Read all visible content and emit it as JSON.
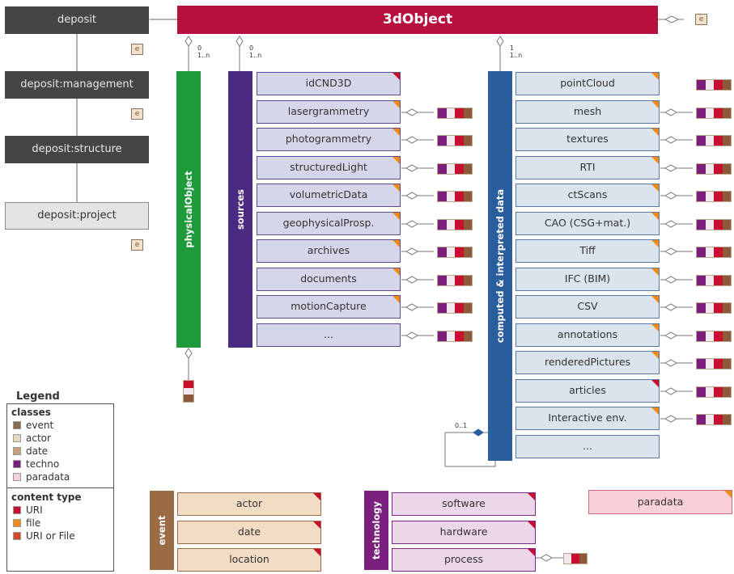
{
  "deposit": {
    "items": [
      {
        "label": "deposit",
        "style": "dark"
      },
      {
        "label": "deposit:management",
        "style": "dark"
      },
      {
        "label": "deposit:structure",
        "style": "dark"
      },
      {
        "label": "deposit:project",
        "style": "light"
      }
    ],
    "mini_label": "e"
  },
  "main_class": "3dObject",
  "cardinalities": {
    "physical": "0\n1..n",
    "sources": "0\n1..n",
    "computed": "1\n1..n",
    "self": "0..1"
  },
  "physical_label": "physicalObject",
  "sources_label": "sources",
  "computed_label": "computed & interpreted data",
  "sources": [
    {
      "label": "idCND3D",
      "corner": "red",
      "chip": false
    },
    {
      "label": "lasergrammetry",
      "corner": "orange",
      "chip": true
    },
    {
      "label": "photogrammetry",
      "corner": "orange",
      "chip": true
    },
    {
      "label": "structuredLight",
      "corner": "orange",
      "chip": true
    },
    {
      "label": "volumetricData",
      "corner": "orange",
      "chip": true
    },
    {
      "label": "geophysicalProsp.",
      "corner": "orange",
      "chip": true
    },
    {
      "label": "archives",
      "corner": "orange",
      "chip": true
    },
    {
      "label": "documents",
      "corner": "orange",
      "chip": true
    },
    {
      "label": "motionCapture",
      "corner": "orange",
      "chip": true
    },
    {
      "label": "...",
      "corner": "none",
      "chip": true
    }
  ],
  "computed": [
    {
      "label": "pointCloud",
      "corner": "orange",
      "chip": true,
      "diamond": false
    },
    {
      "label": "mesh",
      "corner": "orange",
      "chip": true,
      "diamond": true
    },
    {
      "label": "textures",
      "corner": "orange",
      "chip": true,
      "diamond": true
    },
    {
      "label": "RTI",
      "corner": "orange",
      "chip": true,
      "diamond": true
    },
    {
      "label": "ctScans",
      "corner": "orange",
      "chip": true,
      "diamond": true
    },
    {
      "label": "CAO (CSG+mat.)",
      "corner": "orange",
      "chip": true,
      "diamond": true
    },
    {
      "label": "Tiff",
      "corner": "orange",
      "chip": true,
      "diamond": true
    },
    {
      "label": "IFC (BIM)",
      "corner": "orange",
      "chip": true,
      "diamond": true
    },
    {
      "label": "CSV",
      "corner": "orange",
      "chip": true,
      "diamond": true
    },
    {
      "label": "annotations",
      "corner": "orange",
      "chip": true,
      "diamond": true
    },
    {
      "label": "renderedPictures",
      "corner": "orange",
      "chip": true,
      "diamond": true
    },
    {
      "label": "articles",
      "corner": "red",
      "chip": true,
      "diamond": true
    },
    {
      "label": "Interactive env.",
      "corner": "orange",
      "chip": true,
      "diamond": true
    },
    {
      "label": "...",
      "corner": "none",
      "chip": false,
      "diamond": false
    }
  ],
  "event_label": "event",
  "event_items": [
    "actor",
    "date",
    "location"
  ],
  "technology_label": "technology",
  "technology_items": [
    "software",
    "hardware",
    "process"
  ],
  "paradata_label": "paradata",
  "legend": {
    "title": "Legend",
    "classes_title": "classes",
    "classes": [
      {
        "label": "event",
        "color": "#8a6a4e"
      },
      {
        "label": "actor",
        "color": "#e8d8c0"
      },
      {
        "label": "date",
        "color": "#c7a080"
      },
      {
        "label": "techno",
        "color": "#7c1f7c"
      },
      {
        "label": "paradata",
        "color": "#f6d0d8"
      }
    ],
    "content_title": "content type",
    "content": [
      {
        "label": "URI",
        "color": "#c8102e"
      },
      {
        "label": "file",
        "color": "#f08a1c"
      },
      {
        "label": "URI or File",
        "color": "#d04a2a"
      }
    ]
  },
  "colors": {
    "main": "#b8103e",
    "physical": "#1e9a3a",
    "sources": "#4b2a82",
    "computed": "#2a5d9b",
    "event": "#9b6b45",
    "technology": "#7a1f7e"
  }
}
